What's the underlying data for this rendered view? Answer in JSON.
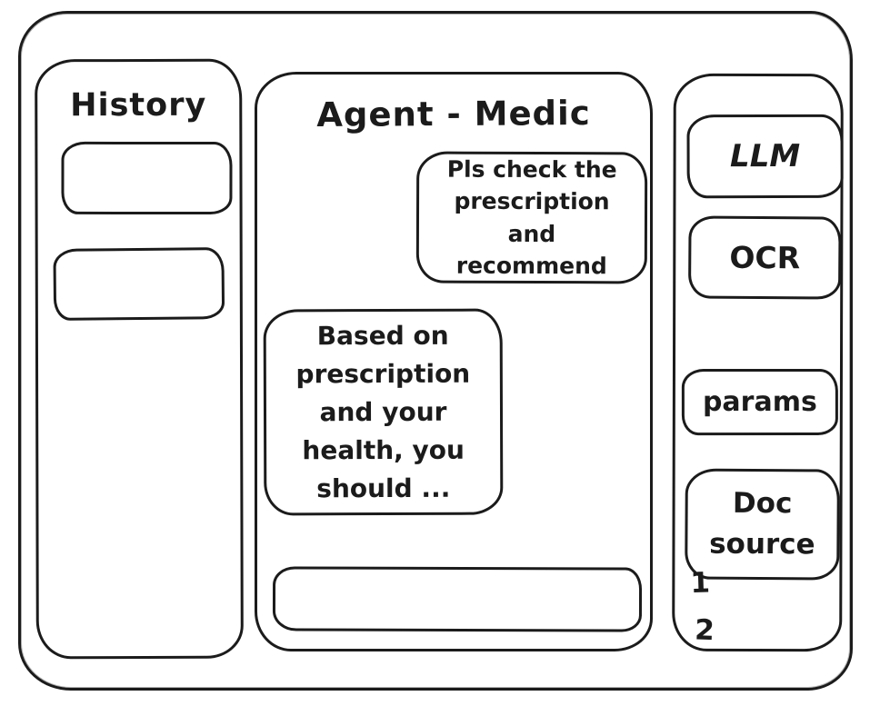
{
  "app": {
    "stroke_color": "#1b1b1b",
    "background_color": "#ffffff"
  },
  "history_panel": {
    "title": "History",
    "items": [
      {
        "label": ""
      },
      {
        "label": ""
      }
    ]
  },
  "chat_panel": {
    "title": "Agent - Medic",
    "messages": [
      {
        "role": "user",
        "text": "Pls check the prescription and recommend"
      },
      {
        "role": "assistant",
        "text": "Based on prescription and your health, you should ..."
      }
    ],
    "input": {
      "value": "",
      "placeholder": ""
    }
  },
  "tools_panel": {
    "buttons": [
      {
        "label": "LLM"
      },
      {
        "label": "OCR"
      },
      {
        "label": "params"
      },
      {
        "label": "Doc source"
      }
    ],
    "doc_items": [
      {
        "label": "1"
      },
      {
        "label": "2"
      }
    ]
  }
}
